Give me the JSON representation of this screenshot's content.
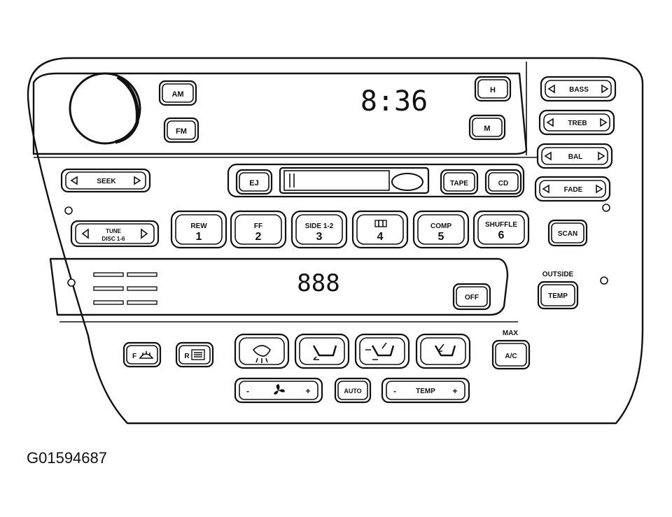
{
  "radio": {
    "am": "AM",
    "fm": "FM",
    "h": "H",
    "m": "M",
    "clock": "8:36",
    "seek": "SEEK",
    "tune_line1": "TUNE",
    "tune_line2": "DISC 1-6",
    "scan": "SCAN"
  },
  "audio": {
    "bass": "BASS",
    "treb": "TREB",
    "bal": "BAL",
    "fade": "FADE"
  },
  "tape": {
    "ej": "EJ",
    "tape": "TAPE",
    "cd": "CD"
  },
  "presets": [
    {
      "top": "REW",
      "num": "1"
    },
    {
      "top": "FF",
      "num": "2"
    },
    {
      "top": "SIDE 1-2",
      "num": "3"
    },
    {
      "top": "",
      "num": "4"
    },
    {
      "top": "COMP",
      "num": "5"
    },
    {
      "top": "SHUFFLE",
      "num": "6"
    }
  ],
  "climate": {
    "display": "888",
    "off": "OFF",
    "outside": "OUTSIDE",
    "temp_btn": "TEMP",
    "max": "MAX",
    "ac": "A/C",
    "front": "F",
    "rear": "R",
    "minus": "-",
    "plus": "+",
    "auto": "AUTO",
    "temp_rocker": "TEMP"
  },
  "figure_id": "G01594687"
}
